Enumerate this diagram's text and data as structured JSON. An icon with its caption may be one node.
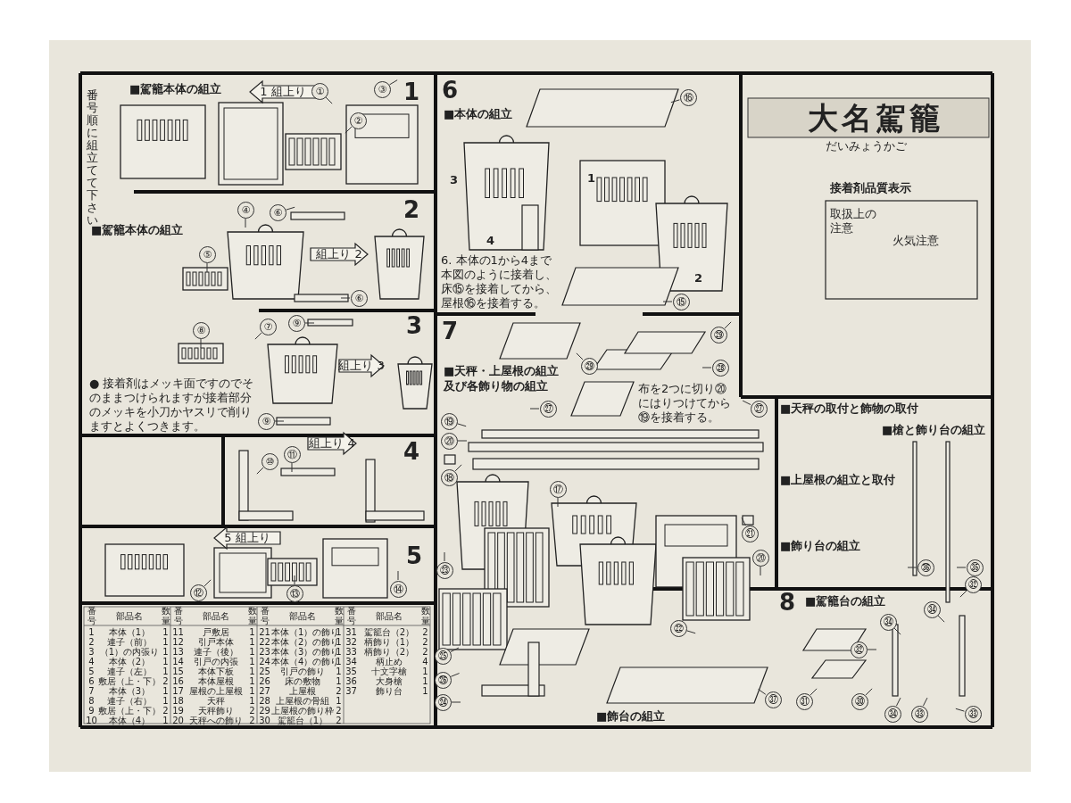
{
  "diagram": {
    "title": "大名駕籠",
    "nodes": [
      {
        "text": [
          "①"
        ]
      },
      {
        "text": [
          "③"
        ]
      },
      {
        "text": [
          "②"
        ]
      },
      {
        "text": [
          "⑤"
        ]
      },
      {
        "text": [
          "④"
        ]
      },
      {
        "text": [
          "⑥"
        ]
      },
      {
        "text": [
          "⑥"
        ]
      },
      {
        "text": [
          "⑧"
        ]
      },
      {
        "text": [
          "⑦"
        ]
      },
      {
        "text": [
          "⑨"
        ]
      },
      {
        "text": [
          "⑨"
        ]
      },
      {
        "text": [
          "⑩"
        ]
      },
      {
        "text": [
          "⑪"
        ]
      },
      {
        "text": [
          "⑫"
        ]
      },
      {
        "text": [
          "⑬"
        ]
      },
      {
        "text": [
          "⑭"
        ]
      },
      {
        "text": [
          "⑯"
        ]
      },
      {
        "text": [
          "⑮"
        ]
      },
      {
        "text": [
          "㉙"
        ]
      },
      {
        "text": [
          "㉙"
        ]
      },
      {
        "text": [
          "㉘"
        ]
      },
      {
        "text": [
          "㉗"
        ]
      },
      {
        "text": [
          "㉗"
        ]
      },
      {
        "text": [
          "⑲"
        ]
      },
      {
        "text": [
          "⑳"
        ]
      },
      {
        "text": [
          "⑱"
        ]
      },
      {
        "text": [
          "⑰"
        ]
      },
      {
        "text": [
          "㉑"
        ]
      },
      {
        "text": [
          "⑳"
        ]
      },
      {
        "text": [
          "㉓"
        ]
      },
      {
        "text": [
          "㉒"
        ]
      },
      {
        "text": [
          "㉕"
        ]
      },
      {
        "text": [
          "㉖"
        ]
      },
      {
        "text": [
          "㉔"
        ]
      },
      {
        "text": [
          "㊲"
        ]
      },
      {
        "text": [
          "㊱"
        ]
      },
      {
        "text": [
          "㉟"
        ]
      },
      {
        "text": [
          "㉞"
        ]
      },
      {
        "text": [
          "㉞"
        ]
      },
      {
        "text": [
          "㉜"
        ]
      },
      {
        "text": [
          "㉜"
        ]
      },
      {
        "text": [
          "㉛"
        ]
      },
      {
        "text": [
          "㉚"
        ]
      },
      {
        "text": [
          "㉞"
        ]
      },
      {
        "text": [
          "㉝"
        ]
      },
      {
        "text": [
          "㉝"
        ]
      }
    ],
    "edges": [
      {
        "from": 0,
        "to": null,
        "arrow": "none"
      },
      {
        "from": 1,
        "to": null,
        "arrow": "none"
      },
      {
        "from": 2,
        "to": null,
        "arrow": "none"
      },
      {
        "from": 3,
        "to": null,
        "arrow": "none"
      },
      {
        "from": 4,
        "to": null,
        "arrow": "none"
      },
      {
        "from": 5,
        "to": null,
        "arrow": "none"
      },
      {
        "from": 6,
        "to": null,
        "arrow": "none"
      },
      {
        "from": 7,
        "to": null,
        "arrow": "none"
      },
      {
        "from": 8,
        "to": null,
        "arrow": "none"
      },
      {
        "from": 9,
        "to": null,
        "arrow": "none"
      },
      {
        "from": 10,
        "to": null,
        "arrow": "none"
      },
      {
        "from": 11,
        "to": null,
        "arrow": "none"
      },
      {
        "from": 12,
        "to": null,
        "arrow": "none"
      },
      {
        "from": 13,
        "to": null,
        "arrow": "none"
      },
      {
        "from": 14,
        "to": null,
        "arrow": "none"
      },
      {
        "from": 15,
        "to": null,
        "arrow": "none"
      },
      {
        "from": 16,
        "to": null,
        "arrow": "none"
      },
      {
        "from": 17,
        "to": null,
        "arrow": "none"
      },
      {
        "from": 18,
        "to": null,
        "arrow": "none"
      },
      {
        "from": 19,
        "to": null,
        "arrow": "none"
      },
      {
        "from": 20,
        "to": null,
        "arrow": "none"
      },
      {
        "from": 21,
        "to": null,
        "arrow": "none"
      },
      {
        "from": 22,
        "to": null,
        "arrow": "none"
      },
      {
        "from": 23,
        "to": null,
        "arrow": "none"
      },
      {
        "from": 24,
        "to": null,
        "arrow": "none"
      },
      {
        "from": 25,
        "to": null,
        "arrow": "none"
      },
      {
        "from": 26,
        "to": null,
        "arrow": "none"
      },
      {
        "from": 27,
        "to": null,
        "arrow": "none"
      },
      {
        "from": 28,
        "to": null,
        "arrow": "none"
      },
      {
        "from": 29,
        "to": null,
        "arrow": "none"
      },
      {
        "from": 30,
        "to": null,
        "arrow": "none"
      },
      {
        "from": 31,
        "to": null,
        "arrow": "none"
      },
      {
        "from": 32,
        "to": null,
        "arrow": "none"
      },
      {
        "from": 33,
        "to": null,
        "arrow": "none"
      },
      {
        "from": 34,
        "to": null,
        "arrow": "none"
      },
      {
        "from": 35,
        "to": null,
        "arrow": "none"
      },
      {
        "from": 36,
        "to": null,
        "arrow": "none"
      },
      {
        "from": 37,
        "to": null,
        "arrow": "none"
      },
      {
        "from": 38,
        "to": null,
        "arrow": "none"
      },
      {
        "from": 39,
        "to": null,
        "arrow": "none"
      },
      {
        "from": 40,
        "to": null,
        "arrow": "none"
      },
      {
        "from": 41,
        "to": null,
        "arrow": "none"
      },
      {
        "from": 42,
        "to": null,
        "arrow": "none"
      },
      {
        "from": 43,
        "to": null,
        "arrow": "none"
      },
      {
        "from": 44,
        "to": null,
        "arrow": "none"
      },
      {
        "from": 45,
        "to": null,
        "arrow": "none"
      }
    ],
    "labels": [
      "番号順に組立てて下さい",
      "■駕籠本体の組立",
      "1 組上り",
      "1",
      "2",
      "■駕籠本体の組立",
      "組上り 2",
      "3",
      "組上り 3",
      "● 接着剤はメッキ面ですのでそのままつけられますが接着部分のメッキを小刀かヤスリで削りますとよくつきます。",
      "4",
      "組上り 4",
      "5 組上り",
      "5",
      "6",
      "■本体の組立",
      "3",
      "1",
      "4",
      "2",
      "6. 本体の1から4まで本図のように接着し、床⑮を接着してから、屋根⑯を接着する。",
      "7",
      "■天秤・上屋根の組立",
      "及び各飾り物の組立",
      "布を2つに切り⑳にはりつけてから⑲を接着する。",
      "だいみょうかご",
      "接着剤品質表示",
      "取扱上の注意",
      "火気注意",
      "■天秤の取付と飾物の取付",
      "■上屋根の組立と取付",
      "■飾り台の組立",
      "■槍と飾り台の組立",
      "8",
      "■駕籠台の組立",
      "■飾台の組立",
      "番号",
      "部品名",
      "数量",
      "番号",
      "部品名",
      "数量",
      "番号",
      "部品名",
      "数量",
      "番号",
      "部品名",
      "数量",
      "1",
      "本体（1）",
      "1",
      "11",
      "戸敷居",
      "1",
      "21",
      "本体（1）の飾り",
      "1",
      "31",
      "駕籠台（2）",
      "2",
      "2",
      "連子（前）",
      "1",
      "12",
      "引戸本体",
      "1",
      "22",
      "本体（2）の飾り",
      "1",
      "32",
      "柄飾り（1）",
      "2",
      "3",
      "（1）の内張り",
      "1",
      "13",
      "連子（後）",
      "1",
      "23",
      "本体（3）の飾り",
      "1",
      "33",
      "柄飾り（2）",
      "2",
      "4",
      "本体（2）",
      "1",
      "14",
      "引戸の内張",
      "1",
      "24",
      "本体（4）の飾り",
      "1",
      "34",
      "柄止め",
      "4",
      "5",
      "連子（左）",
      "1",
      "15",
      "本体下板",
      "1",
      "25",
      "引戸の飾り",
      "1",
      "35",
      "十文字槍",
      "1",
      "6",
      "敷居（上・下）",
      "2",
      "16",
      "本体屋根",
      "1",
      "26",
      "床の敷物",
      "1",
      "36",
      "大身槍",
      "1",
      "7",
      "本体（3）",
      "1",
      "17",
      "屋根の上屋根",
      "1",
      "27",
      "上屋根",
      "2",
      "37",
      "飾り台",
      "1",
      "8",
      "連子（右）",
      "1",
      "18",
      "天秤",
      "1",
      "28",
      "上屋根の骨組",
      "1",
      "9",
      "敷居（上・下）",
      "2",
      "19",
      "天秤飾り",
      "2",
      "29",
      "上屋根の飾り枠",
      "2",
      "10",
      "本体（4）",
      "1",
      "20",
      "天秤への飾り",
      "2",
      "30",
      "駕籠台（1）",
      "2"
    ]
  }
}
